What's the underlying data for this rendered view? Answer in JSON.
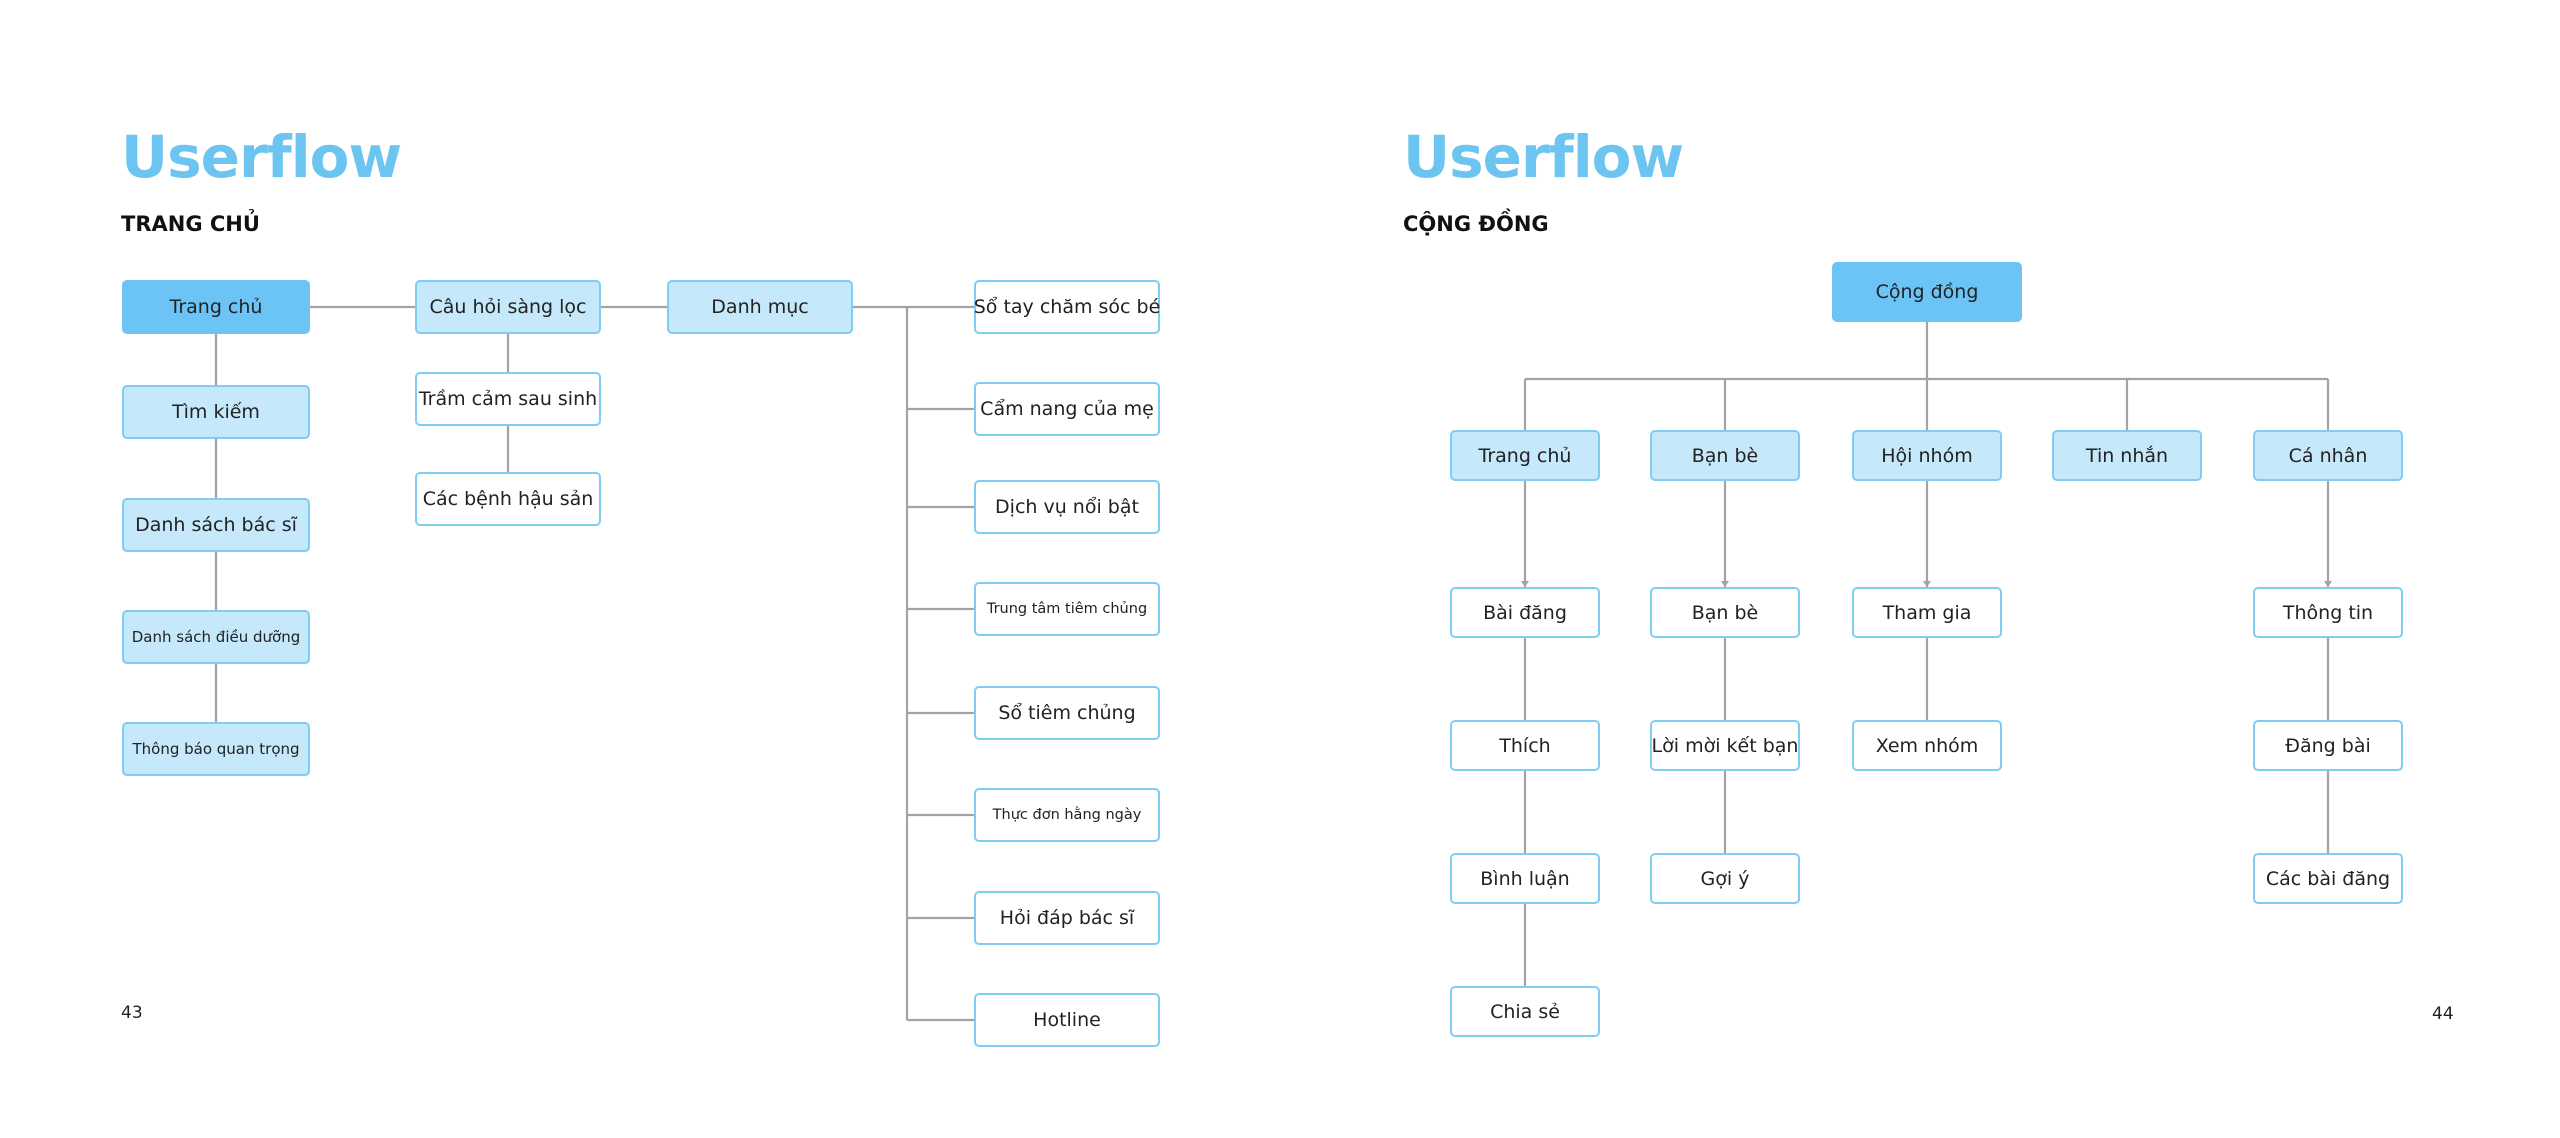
{
  "left_page": {
    "title": "Userflow",
    "subtitle": "TRANG CHỦ",
    "page_number": "43",
    "nodes": {
      "trang_chu": "Trang chủ",
      "tim_kiem": "Tìm kiếm",
      "danh_sach_bac_si": "Danh sách bác sĩ",
      "danh_sach_dieu_duong": "Danh sách điều dưỡng",
      "thong_bao_quan_trong": "Thông báo quan trọng",
      "cau_hoi_sang_loc": "Câu hỏi sàng lọc",
      "tram_cam_sau_sinh": "Trầm cảm sau sinh",
      "cac_benh_hau_san": "Các bệnh hậu sản",
      "danh_muc": "Danh mục",
      "so_tay_cham_soc_be": "Sổ tay chăm sóc bé",
      "cam_nang_cua_me": "Cẩm nang của mẹ",
      "dich_vu_noi_bat": "Dịch vụ nổi bật",
      "trung_tam_tiem_chung": "Trung tâm tiêm chủng",
      "so_tiem_chung": "Sổ tiêm chủng",
      "thuc_don_hang_ngay": "Thực đơn hằng ngày",
      "hoi_dap_bac_si": "Hỏi đáp bác sĩ",
      "hotline": "Hotline"
    }
  },
  "right_page": {
    "title": "Userflow",
    "subtitle": "CỘNG ĐỒNG",
    "page_number": "44",
    "nodes": {
      "cong_dong": "Cộng đồng",
      "trang_chu": "Trang chủ",
      "ban_be": "Bạn bè",
      "hoi_nhom": "Hội nhóm",
      "tin_nhan": "Tin nhắn",
      "ca_nhan": "Cá nhân",
      "bai_dang": "Bài đăng",
      "thich": "Thích",
      "binh_luan": "Bình luận",
      "chia_se": "Chia sẻ",
      "ban_be_2": "Bạn bè",
      "loi_moi_ket_ban": "Lời mời kết bạn",
      "goi_y": "Gợi ý",
      "tham_gia": "Tham gia",
      "xem_nhom": "Xem nhóm",
      "thong_tin": "Thông tin",
      "dang_bai": "Đăng bài",
      "cac_bai_dang": "Các bài đăng"
    }
  },
  "colors": {
    "title": "#6cc4f0",
    "node_border": "#7fcdf2",
    "node_light_fill": "#c6e8fb",
    "node_dark_fill": "#6cc4f6",
    "connector": "#9e9e9e"
  }
}
